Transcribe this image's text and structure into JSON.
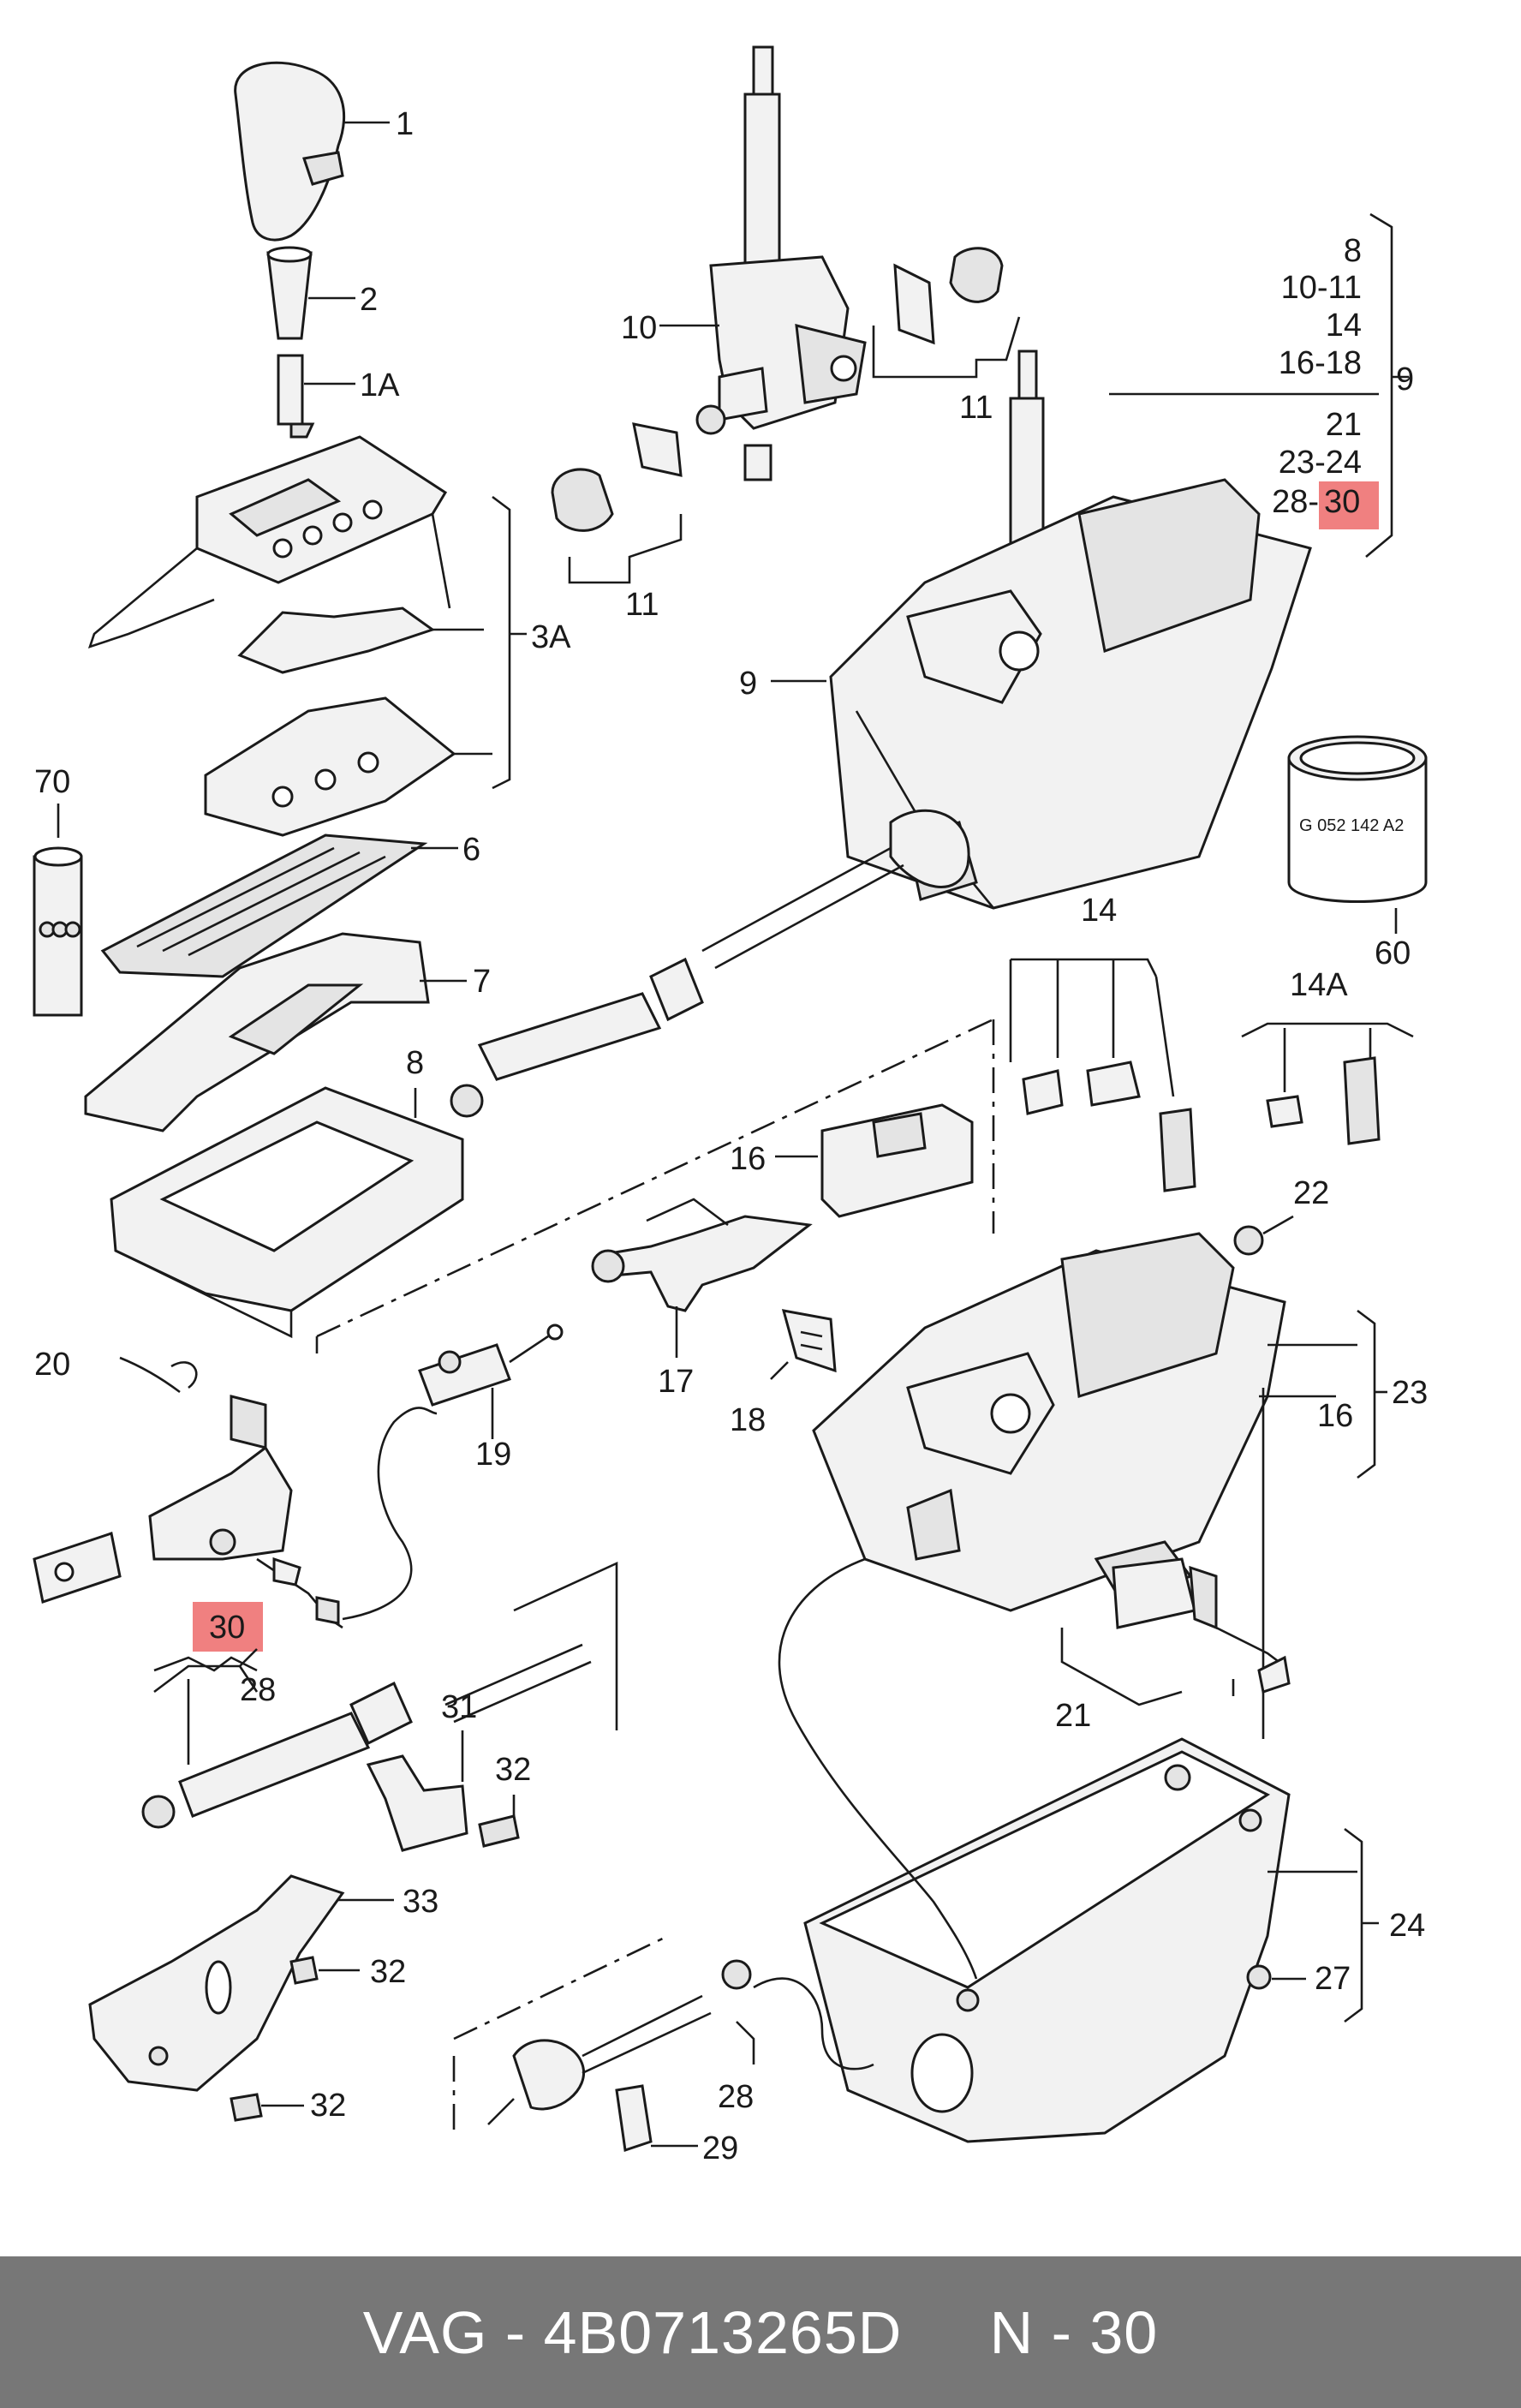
{
  "callouts": {
    "c1": "1",
    "c2": "2",
    "c1a": "1A",
    "c3a": "3A",
    "c6": "6",
    "c7": "7",
    "c8": "8",
    "c70": "70",
    "c10": "10",
    "c11a": "11",
    "c11b": "11",
    "c9": "9",
    "g9_1": "8",
    "g9_2": "10-11",
    "g9_3": "14",
    "g9_4": "16-18",
    "g9_5": "21",
    "g9_6": "23-24",
    "g9_7a": "28-",
    "g9_7b": "30",
    "c60": "60",
    "seal_text": "G 052 142 A2",
    "c14": "14",
    "c14a": "14A",
    "c16a": "16",
    "c22": "22",
    "c17": "17",
    "c18": "18",
    "c19": "19",
    "c20": "20",
    "c16b": "16",
    "c23": "23",
    "c30": "30",
    "c28a": "28",
    "c31": "31",
    "c32a": "32",
    "c21": "21",
    "c33": "33",
    "c32b": "32",
    "c32c": "32",
    "c24": "24",
    "c27": "27",
    "c28b": "28",
    "c29": "29"
  },
  "footer": {
    "brand": "VAG",
    "part_number": "4B0713265D",
    "position": "N - 30",
    "text": "VAG - 4B0713265D     N - 30"
  },
  "colors": {
    "highlight": "#f08080",
    "footer_bg": "#777777",
    "footer_text": "#ffffff",
    "line": "#1a1a1a"
  }
}
